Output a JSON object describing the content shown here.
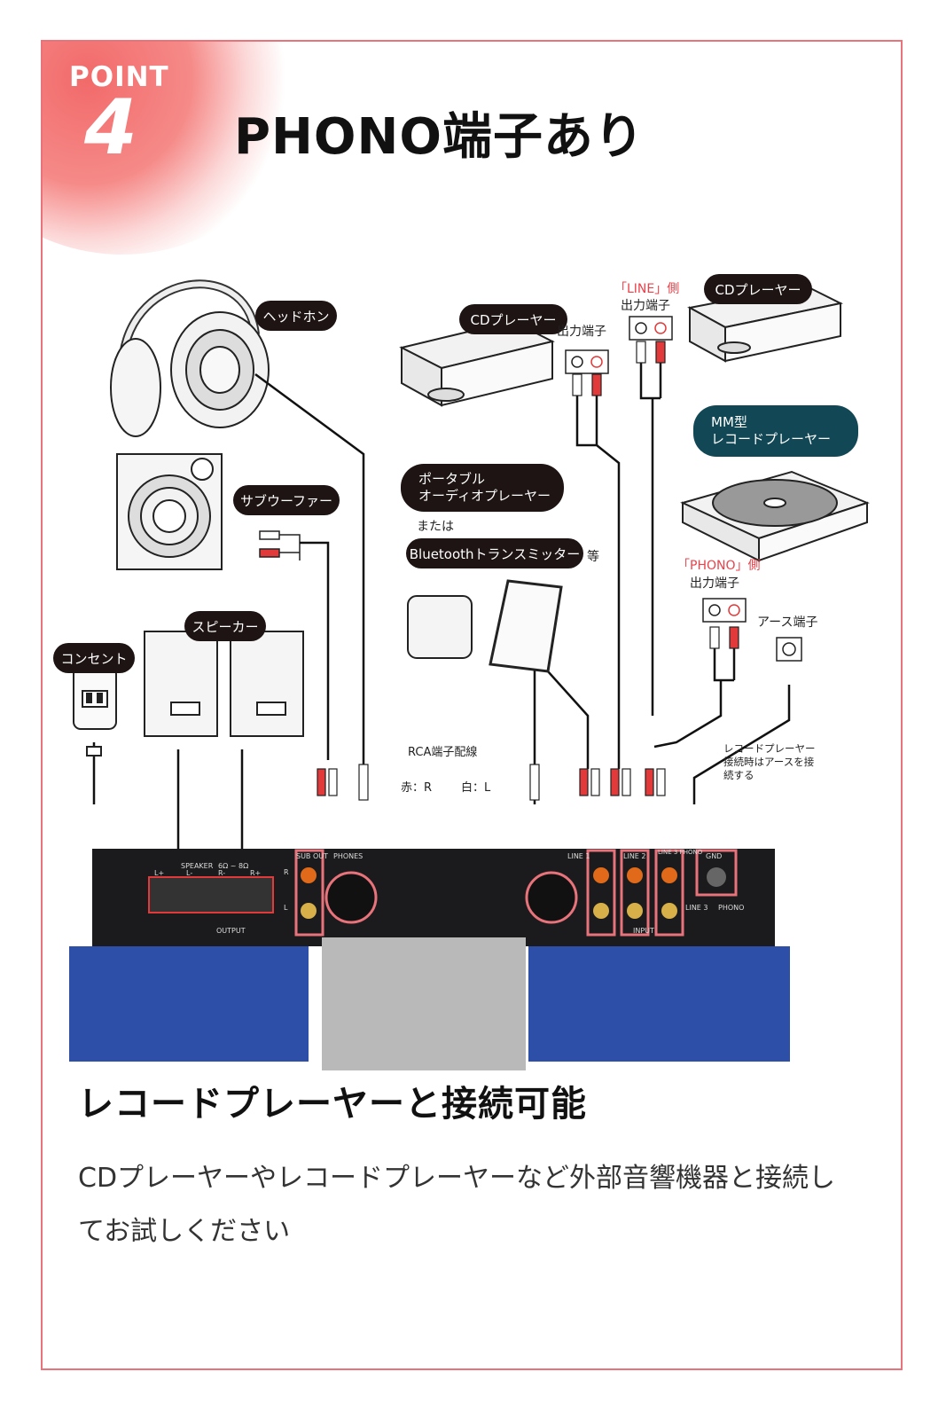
{
  "badge": {
    "label": "POINT",
    "number": "4"
  },
  "title": "PHONO端子あり",
  "labels": {
    "headphones": "ヘッドホン",
    "subwoofer": "サブウーファー",
    "speaker": "スピーカー",
    "outlet": "コンセント",
    "cd_player_left": "CDプレーヤー",
    "output_left": "出力端子",
    "line_side": "「LINE」側",
    "output_line": "出力端子",
    "cd_player_right": "CDプレーヤー",
    "mm_line1": "MM型",
    "mm_line2": "レコードプレーヤー",
    "portable_line1": "ポータブル",
    "portable_line2": "オーディオプレーヤー",
    "or": "または",
    "bluetooth": "Bluetoothトランスミッター",
    "etc": "等",
    "phono_side": "「PHONO」側",
    "output_phono": "出力端子",
    "ground": "アース端子",
    "ground_note": "レコードプレーヤー接続時はアースを接続する",
    "rca_title": "RCA端子配線",
    "rca_red": "赤：R",
    "rca_white": "白：L"
  },
  "panel": {
    "speaker": "SPEAKER",
    "ohm": "6Ω ~ 8Ω",
    "l_plus": "L+",
    "l_minus": "L-",
    "r_minus": "R-",
    "r_plus": "R+",
    "output": "OUTPUT",
    "sub_out": "SUB OUT",
    "phones": "PHONES",
    "line1": "LINE 1",
    "line2": "LINE 2",
    "line3_phono": "LINE 3 PHONO",
    "gnd": "GND",
    "line3": "LINE 3",
    "phono": "PHONO",
    "input": "INPUT",
    "r": "R",
    "l": "L"
  },
  "subheading": "レコードプレーヤーと接続可能",
  "description": "CDプレーヤーやレコードプレーヤーなど外部音響機器と接続してお試しください",
  "colors": {
    "accent": "#e8737a",
    "badge": "#f26a6a",
    "pill": "#1e1414",
    "teal": "#124855",
    "red": "#e8424a",
    "chassis": "#2e4fa8"
  }
}
